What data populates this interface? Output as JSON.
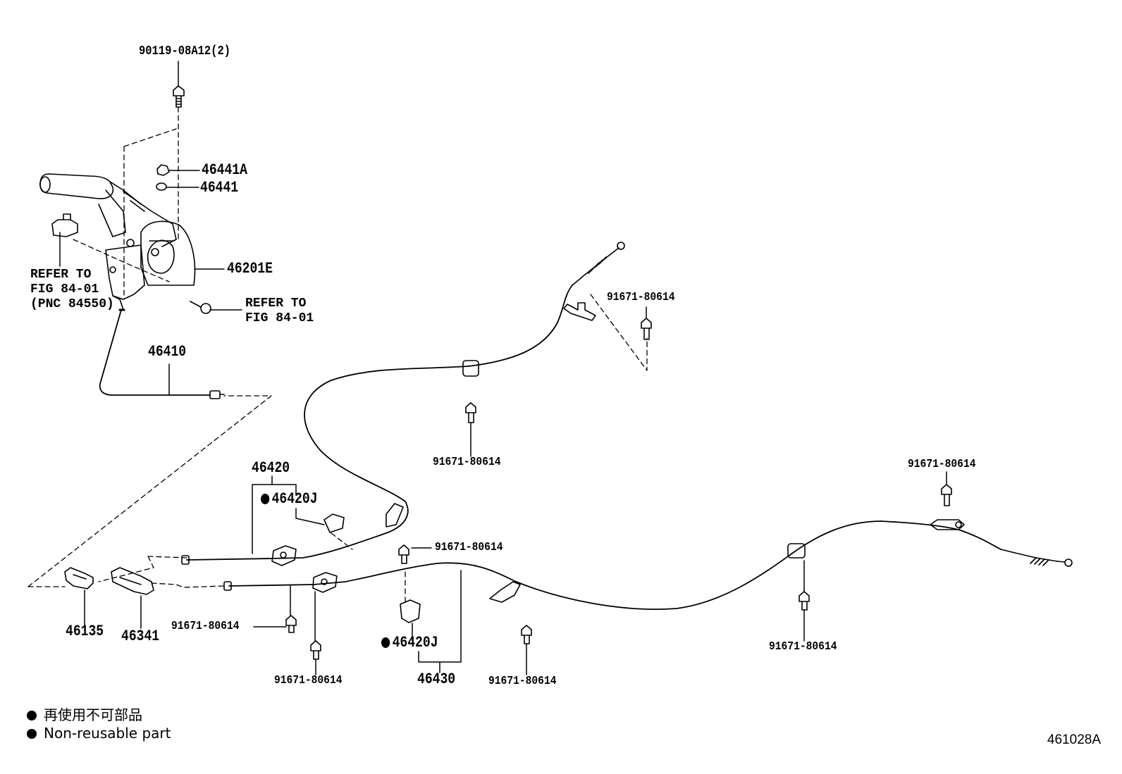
{
  "labels": {
    "bolt_lever_top": "90119-08A12(2)",
    "clip_a": "46441A",
    "clip": "46441",
    "lever_assy": "46201E",
    "refer_left": [
      "REFER TO",
      "FIG 84-01",
      "(PNC 84550)"
    ],
    "refer_right": [
      "REFER TO",
      "FIG 84-01"
    ],
    "front_cable": "46410",
    "rh_cable": "46420",
    "rh_clamp": "46420J",
    "lh_cable": "46430",
    "lh_clamp": "46420J",
    "equalizer": "46135",
    "yoke": "46341",
    "bolt_right_upper": "91671-80614",
    "bolt_mid_upper": "91671-80614",
    "bolt_far_right": "91671-80614",
    "bolt_center": "91671-80614",
    "bolt_left_low": "91671-80614",
    "bolt_bottom_left": "91671-80614",
    "bolt_bottom_mid": "91671-80614",
    "bolt_right_low": "91671-80614"
  },
  "legend": {
    "japanese": "再使用不可部品",
    "english": "Non-reusable part"
  },
  "figure_code": "461028A",
  "icons": [
    "non-reusable-dot-icon"
  ]
}
